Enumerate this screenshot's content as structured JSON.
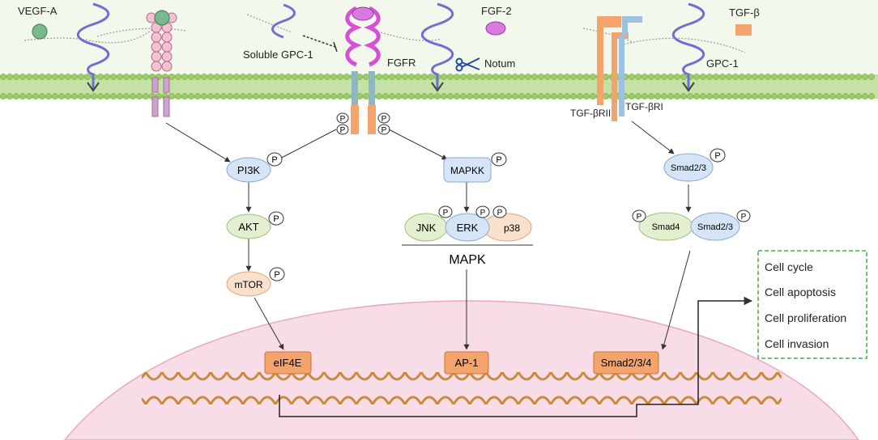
{
  "extracellular_labels": {
    "vegfa": "VEGF-A",
    "soluble_gpc1": "Soluble GPC-1",
    "fgfr": "FGFR",
    "fgf2": "FGF-2",
    "notum": "Notum",
    "tgfb": "TGF-β",
    "gpc1": "GPC-1",
    "tgfbrii": "TGF-βRII",
    "tgfbri": "TGF-βRI"
  },
  "nodes": {
    "pi3k": "PI3K",
    "akt": "AKT",
    "mtor": "mTOR",
    "mapkk": "MAPKK",
    "jnk": "JNK",
    "erk": "ERK",
    "p38": "p38",
    "mapk": "MAPK",
    "smad23_top": "Smad2/3",
    "smad4": "Smad4",
    "smad23_complex": "Smad2/3"
  },
  "phospho_label": "P",
  "nuclear": {
    "eif4e": "eIF4E",
    "ap1": "AP-1",
    "smad234": "Smad2/3/4"
  },
  "outcomes": [
    "Cell cycle",
    "Cell apoptosis",
    "Cell proliferation",
    "Cell invasion"
  ],
  "colors": {
    "membrane_head": "#9ccc65",
    "membrane_tail": "#c5e1a5",
    "nucleus": "#f8dce8",
    "nucleus_edge": "#e6a9c6",
    "gpc_wave": "#6f6fd2",
    "fgfr": "#d64fd6",
    "pi3k": "#d6e4f7",
    "akt": "#e3f0d0",
    "mtor": "#fbe0cc",
    "nuclear_box": "#f4a36b",
    "outcome_border": "#4caf50"
  }
}
